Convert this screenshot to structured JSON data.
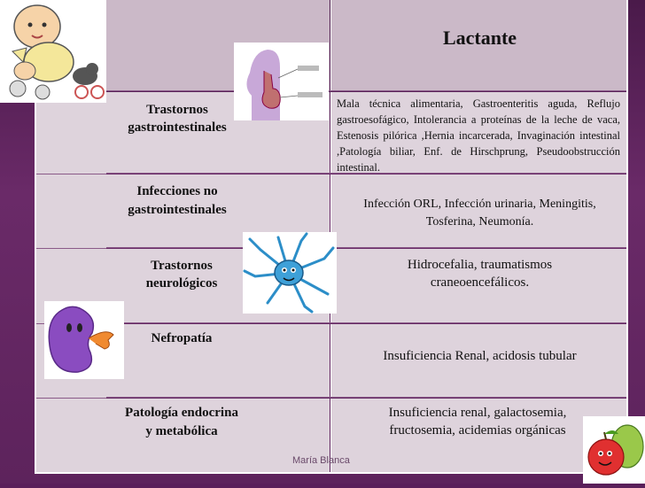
{
  "header": {
    "col_right": "Lactante"
  },
  "rows": [
    {
      "label": "Trastornos gastrointestinales",
      "text": "Mala técnica alimentaria, Gastroenteritis aguda, Reflujo gastroesofágico, Intolerancia a proteínas de la leche de vaca, Estenosis pilórica ,Hernia incarcerada, Invaginación intestinal ,Patología biliar, Enf. de Hirschprung, Pseudoobstrucción intestinal."
    },
    {
      "label": "Infecciones no gastrointestinales",
      "text": "Infección ORL, Infección urinaria, Meningitis, Tosferina, Neumonía."
    },
    {
      "label_line1": "Trastornos",
      "label_line2": "neurológicos",
      "text": "Hidrocefalia, traumatismos craneoencefálicos."
    },
    {
      "label": "Nefropatía",
      "text": "Insuficiencia Renal, acidosis tubular"
    },
    {
      "label_line1": "Patología endocrina",
      "label_line2": "y metabólica",
      "text": "Insuficiencia renal, galactosemia, fructosemia, acidemias  orgánicas"
    }
  ],
  "rows_labels": {
    "r0_l1": "Trastornos",
    "r0_l2": "gastrointestinales",
    "r1_l1": "Infecciones no",
    "r1_l2": "gastrointestinales"
  },
  "footer": {
    "author": "María Blanca"
  },
  "images": {
    "baby": "baby-clipart",
    "stomach": "stomach-diagram",
    "neuron": "neuron-clipart",
    "kidney": "kidney-clipart",
    "fruits": "fruits-clipart"
  },
  "colors": {
    "background": "#5a1f5a",
    "cell": "#ded3dc",
    "header_cell": "#cbb9c8"
  }
}
